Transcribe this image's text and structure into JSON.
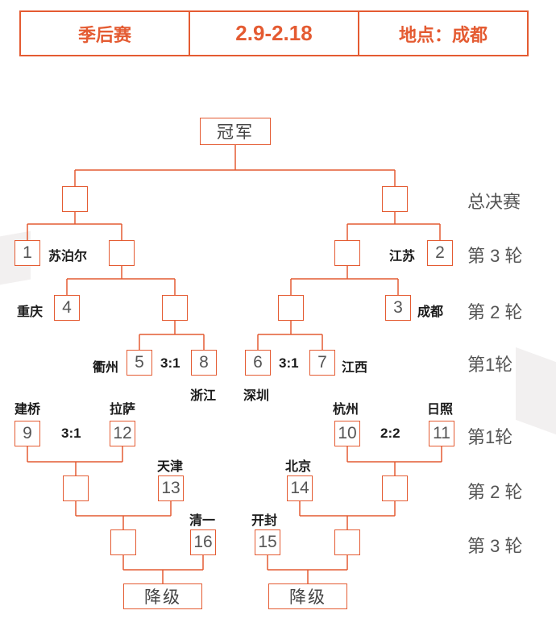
{
  "header": {
    "stage": "季后赛",
    "dates": "2.9-2.18",
    "location": "地点：成都"
  },
  "champion": "冠军",
  "relegation": [
    "降级",
    "降级"
  ],
  "rounds": {
    "final": "总决赛",
    "r3": "第 3 轮",
    "r2": "第 2 轮",
    "r1": "第1轮",
    "l_r1": "第1轮",
    "l_r2": "第 2 轮",
    "l_r3": "第 3 轮"
  },
  "seeds": [
    "1",
    "2",
    "3",
    "4",
    "5",
    "6",
    "7",
    "8",
    "9",
    "10",
    "11",
    "12",
    "13",
    "14",
    "15",
    "16"
  ],
  "teams": {
    "t1": "苏泊尔",
    "t2": "江苏",
    "t3": "成都",
    "t4": "重庆",
    "t5": "衢州",
    "t6": "深圳",
    "t7": "江西",
    "t8": "浙江",
    "t9": "建桥",
    "t10": "杭州",
    "t11": "日照",
    "t12": "拉萨",
    "t13": "天津",
    "t14": "北京",
    "t15": "开封",
    "t16": "清一"
  },
  "scores": {
    "s5_8": "3:1",
    "s6_7": "3:1",
    "s9_12": "3:1",
    "s10_11": "2:2"
  },
  "colors": {
    "accent": "#e45b32"
  }
}
